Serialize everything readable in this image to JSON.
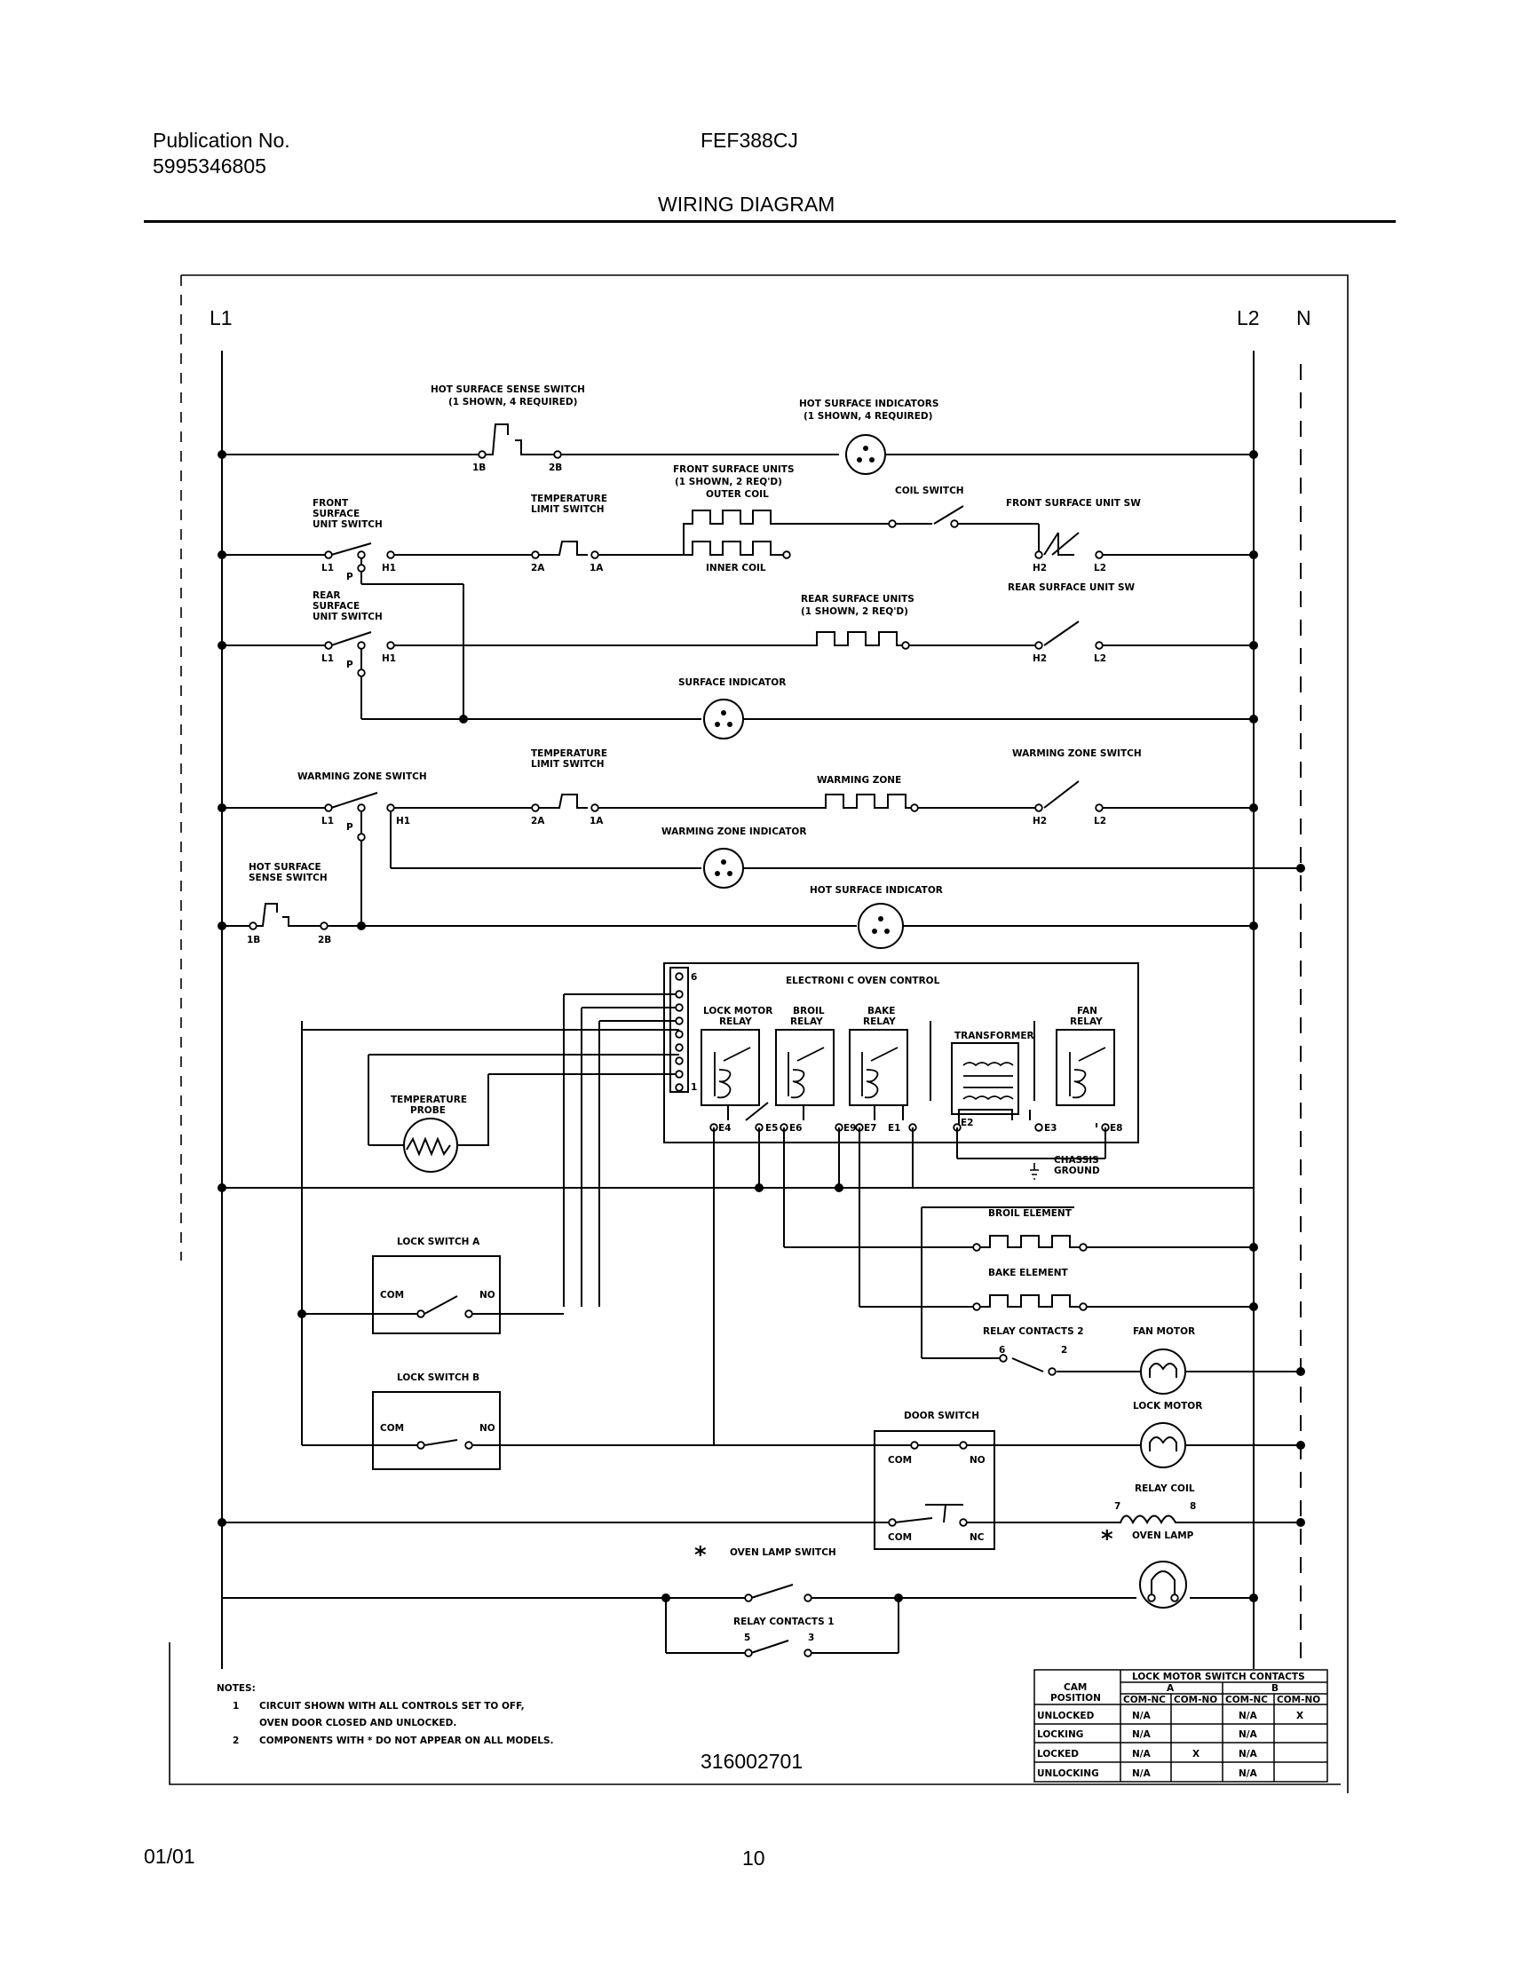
{
  "header": {
    "publication_label": "Publication No.",
    "publication_number": "5995346805",
    "model": "FEF388CJ",
    "title": "WIRING DIAGRAM"
  },
  "footer": {
    "date": "01/01",
    "page": "10"
  },
  "diagram": {
    "rails": {
      "left": "L1",
      "right": "L2",
      "neutral": "N"
    },
    "labels": {
      "hot_surface_sense_switch": "HOT SURFACE SENSE SWITCH",
      "hot_surface_sense_switch_qty": "(1 SHOWN, 4 REQUIRED)",
      "hot_surface_indicators": "HOT SURFACE INDICATORS",
      "hot_surface_indicators_qty": "(1 SHOWN, 4 REQUIRED)",
      "front_surface_units": "FRONT SURFACE UNITS",
      "front_surface_units_qty": "(1 SHOWN, 2 REQ'D)",
      "outer_coil": "OUTER COIL",
      "inner_coil": "INNER COIL",
      "coil_switch": "COIL SWITCH",
      "front_surface_unit_sw": "FRONT SURFACE UNIT SW",
      "front_surface_unit_switch": [
        "FRONT",
        "SURFACE",
        "UNIT SWITCH"
      ],
      "temperature_limit_switch": [
        "TEMPERATURE",
        "LIMIT SWITCH"
      ],
      "rear_surface_unit_switch": [
        "REAR",
        "SURFACE",
        "UNIT SWITCH"
      ],
      "rear_surface_units": "REAR SURFACE UNITS",
      "rear_surface_units_qty": "(1 SHOWN, 2 REQ'D)",
      "rear_surface_unit_sw": "REAR SURFACE UNIT SW",
      "surface_indicator": "SURFACE INDICATOR",
      "warming_zone_switch": "WARMING ZONE SWITCH",
      "warming_zone": "WARMING ZONE",
      "warming_zone_indicator": "WARMING ZONE INDICATOR",
      "hot_surface_sense_switch_short": [
        "HOT SURFACE",
        "SENSE SWITCH"
      ],
      "hot_surface_indicator": "HOT SURFACE INDICATOR",
      "electronic_oven_control": "ELECTRONI C OVEN CONTROL",
      "lock_motor_relay": [
        "LOCK MOTOR",
        "RELAY"
      ],
      "broil_relay": [
        "BROIL",
        "RELAY"
      ],
      "bake_relay": [
        "BAKE",
        "RELAY"
      ],
      "transformer": "TRANSFORMER",
      "fan_relay": [
        "FAN",
        "RELAY"
      ],
      "temperature_probe": [
        "TEMPERATURE",
        "PROBE"
      ],
      "chassis_ground": [
        "CHASSIS",
        "GROUND"
      ],
      "broil_element": "BROIL ELEMENT",
      "bake_element": "BAKE ELEMENT",
      "relay_contacts_2": "RELAY CONTACTS 2",
      "fan_motor": "FAN MOTOR",
      "lock_switch_a": "LOCK SWITCH A",
      "lock_switch_b": "LOCK SWITCH B",
      "door_switch": "DOOR SWITCH",
      "lock_motor": "LOCK MOTOR",
      "relay_coil": "RELAY COIL",
      "oven_lamp": "OVEN LAMP",
      "oven_lamp_switch": "OVEN LAMP SWITCH",
      "relay_contacts_1": "RELAY CONTACTS 1",
      "com": "COM",
      "no": "NO",
      "nc": "NC",
      "asterisk": "*"
    },
    "terminals": {
      "t1b": "1B",
      "t2b": "2B",
      "t1a": "1A",
      "t2a": "2A",
      "l1": "L1",
      "l2": "L2",
      "h1": "H1",
      "h2": "H2",
      "p": "P",
      "e1": "E1",
      "e2": "E2",
      "e3": "E3",
      "e4": "E4",
      "e5": "E5",
      "e6": "E6",
      "e7": "E7",
      "e8": "E8",
      "e9": "E9",
      "pin6": "6",
      "pin1": "1",
      "rc2_a": "6",
      "rc2_b": "2",
      "rc1_a": "5",
      "rc1_b": "3",
      "coil_a": "7",
      "coil_b": "8"
    },
    "notes": {
      "heading": "NOTES:",
      "items": [
        {
          "num": "1",
          "lines": [
            "CIRCUIT SHOWN WITH ALL CONTROLS SET TO OFF,",
            "OVEN DOOR CLOSED AND UNLOCKED."
          ]
        },
        {
          "num": "2",
          "lines": [
            "COMPONENTS WITH  * DO NOT APPEAR ON ALL MODELS."
          ]
        }
      ]
    },
    "part_number": "316002701",
    "contacts_table": {
      "title": "LOCK MOTOR SWITCH CONTACTS",
      "cam_position": [
        "CAM",
        "POSITION"
      ],
      "groups": [
        "A",
        "B"
      ],
      "subheaders": [
        "COM-NC",
        "COM-NO",
        "COM-NC",
        "COM-NO"
      ],
      "rows": [
        {
          "position": "UNLOCKED",
          "cells": [
            "N/A",
            "",
            "N/A",
            "X"
          ]
        },
        {
          "position": "LOCKING",
          "cells": [
            "N/A",
            "",
            "N/A",
            ""
          ]
        },
        {
          "position": "LOCKED",
          "cells": [
            "N/A",
            "X",
            "N/A",
            ""
          ]
        },
        {
          "position": "UNLOCKING",
          "cells": [
            "N/A",
            "",
            "N/A",
            ""
          ]
        }
      ]
    }
  }
}
